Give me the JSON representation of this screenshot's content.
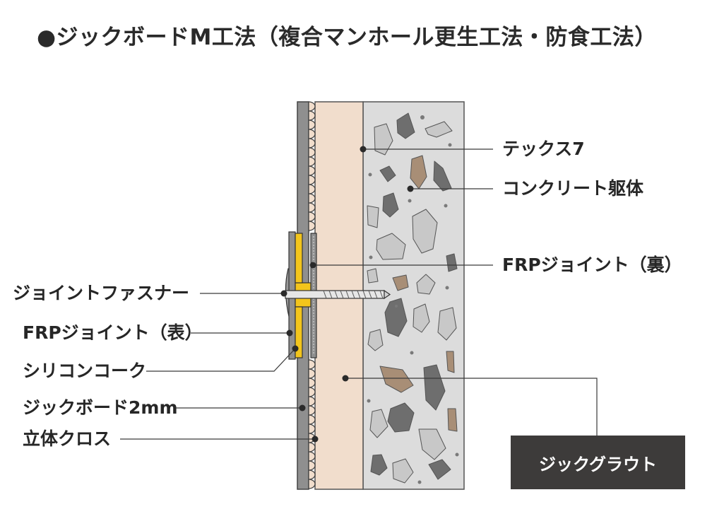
{
  "title": "●ジックボードM工法（複合マンホール更生工法・防食工法）",
  "labels": {
    "tex": "テックス7",
    "concrete": "コンクリート躯体",
    "frp_back": "FRPジョイント（裏）",
    "fastener": "ジョイントファスナー",
    "frp_front": "FRPジョイント（表）",
    "silicone": "シリコンコーク",
    "jicboard": "ジックボード2mm",
    "cloth": "立体クロス",
    "grout": "ジックグラウト"
  },
  "colors": {
    "board": "#8f8f8f",
    "grout_layer": "#f1ddcc",
    "concrete_bg": "#dcdcdc",
    "aggregate_gray": "#a9a9a9",
    "aggregate_dark": "#6e6e6e",
    "aggregate_brown": "#a88e76",
    "fastener_yellow": "#f3c51c",
    "grout_box": "#3d3b3a"
  }
}
